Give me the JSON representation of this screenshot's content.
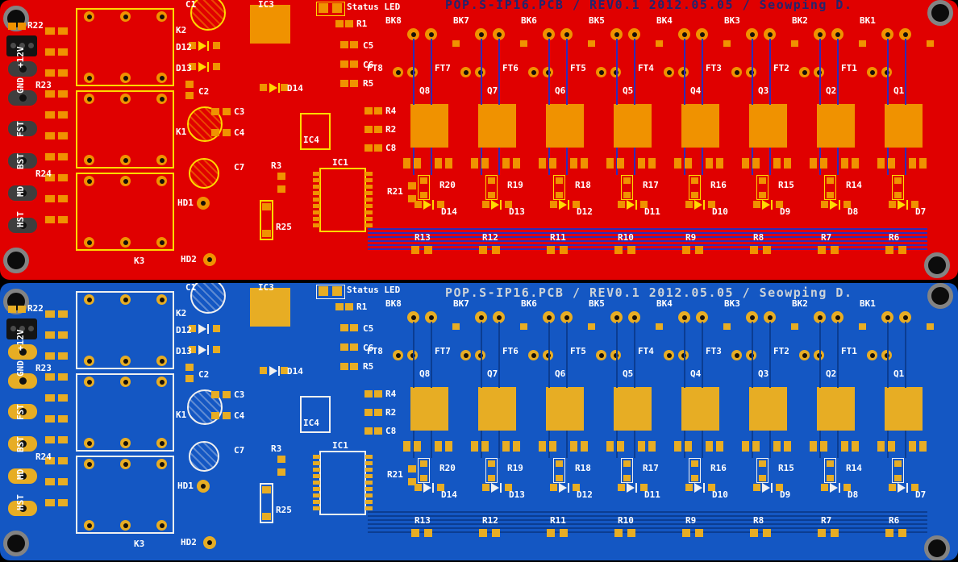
{
  "title": "POP.S-IP16.PCB / REV0.1 2012.05.05 / Seowping D.",
  "labels": {
    "r22": "R22",
    "p12v": "+12V",
    "gnd": "GND",
    "r23": "R23",
    "fst": "FST",
    "bst": "BST",
    "r24": "R24",
    "md": "MD",
    "hst": "HST",
    "c1": "C1",
    "ic3": "IC3",
    "k2": "K2",
    "d12": "D12",
    "d13": "D13",
    "c2": "C2",
    "c3": "C3",
    "c4": "C4",
    "k1": "K1",
    "c7": "C7",
    "d14": "D14",
    "hd1": "HD1",
    "k3": "K3",
    "hd2": "HD2",
    "r25": "R25",
    "r3": "R3",
    "ic4": "IC4",
    "ic1": "IC1",
    "r21": "R21",
    "status_led": "Status LED",
    "r1": "R1",
    "c5": "C5",
    "c6": "C6",
    "r5": "R5",
    "r4": "R4",
    "r2": "R2",
    "c8": "C8"
  },
  "channels": [
    {
      "bk": "BK8",
      "ft": "FT8",
      "q": "Q8",
      "r_top": "R20",
      "d": "D14",
      "r_bot": "R13"
    },
    {
      "bk": "BK7",
      "ft": "FT7",
      "q": "Q7",
      "r_top": "R19",
      "d": "D13",
      "r_bot": "R12"
    },
    {
      "bk": "BK6",
      "ft": "FT6",
      "q": "Q6",
      "r_top": "R18",
      "d": "D12",
      "r_bot": "R11"
    },
    {
      "bk": "BK5",
      "ft": "FT5",
      "q": "Q5",
      "r_top": "R17",
      "d": "D11",
      "r_bot": "R10"
    },
    {
      "bk": "BK4",
      "ft": "FT4",
      "q": "Q4",
      "r_top": "R16",
      "d": "D10",
      "r_bot": "R9"
    },
    {
      "bk": "BK3",
      "ft": "FT3",
      "q": "Q3",
      "r_top": "R15",
      "d": "D9",
      "r_bot": "R8"
    },
    {
      "bk": "BK2",
      "ft": "FT2",
      "q": "Q2",
      "r_top": "R14",
      "d": "D8",
      "r_bot": "R7"
    },
    {
      "bk": "BK1",
      "ft": "FT1",
      "q": "Q1",
      "r_top": "",
      "d": "D7",
      "r_bot": "R6"
    }
  ],
  "boards": [
    {
      "id": "red",
      "bg": "#e00000",
      "silkscreen": "#ffd900",
      "label_text": "#ffffff",
      "pad": "#f09200",
      "trace": "#2d2db8",
      "title_text": "#23246e",
      "connector_pad": "#3e3e3e"
    },
    {
      "id": "blue",
      "bg": "#1457c3",
      "silkscreen": "#f0f0f0",
      "label_text": "#ffffff",
      "pad": "#e7ad24",
      "trace": "#0b3d92",
      "title_text": "#ccd3d9",
      "connector_pad": "#e7ad24"
    }
  ]
}
